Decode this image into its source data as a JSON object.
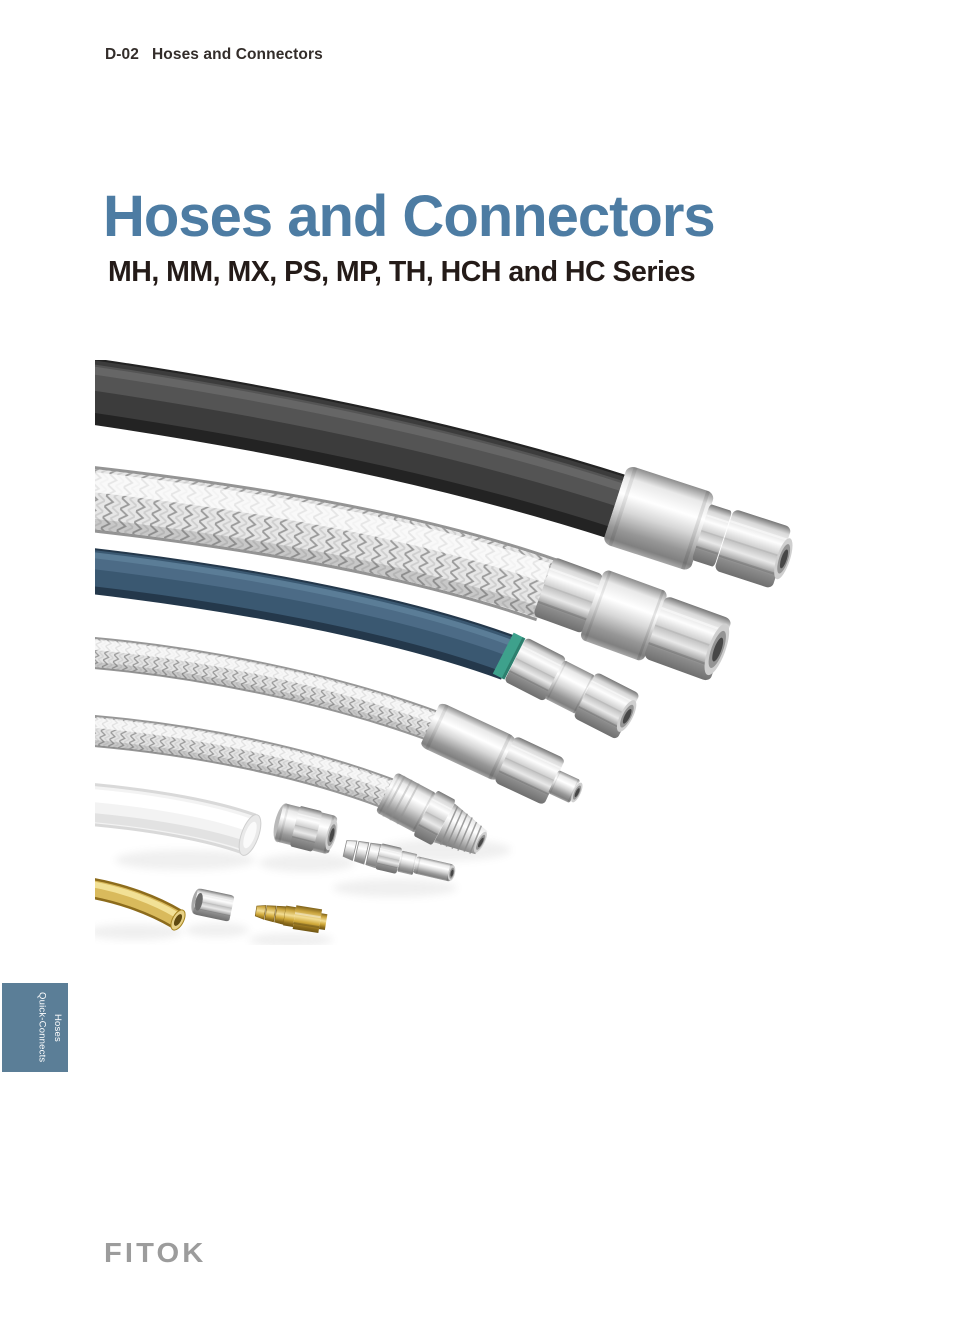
{
  "page": {
    "header": {
      "code": "D-02",
      "section": "Hoses and Connectors"
    },
    "title": "Hoses and Connectors",
    "subtitle": "MH, MM, MX, PS, MP, TH, HCH and HC Series",
    "side_tab": {
      "line1": "Hoses",
      "line2": "Quick-Connects"
    },
    "logo": "FITOK"
  },
  "image": {
    "description": "Product photo: assortment of hoses and tubing with stainless and brass end connectors",
    "items": [
      "black-rubber-hose",
      "stainless-braided-hose-large",
      "blue-rubber-hose-with-teal-band",
      "stainless-braided-hose-medium",
      "stainless-braided-hose-npt-end",
      "white-plastic-tubing",
      "gold-tubing",
      "stainless-socket-fitting",
      "stainless-hose-barb-adapter",
      "stainless-nut",
      "brass-hose-barb-fitting"
    ]
  },
  "colors": {
    "title_blue": "#4d7ca3",
    "tab_blue": "#5b7e97",
    "logo_gray": "#9c9c9c",
    "text_dark": "#241b18",
    "teal_band": "#3ea18c"
  }
}
